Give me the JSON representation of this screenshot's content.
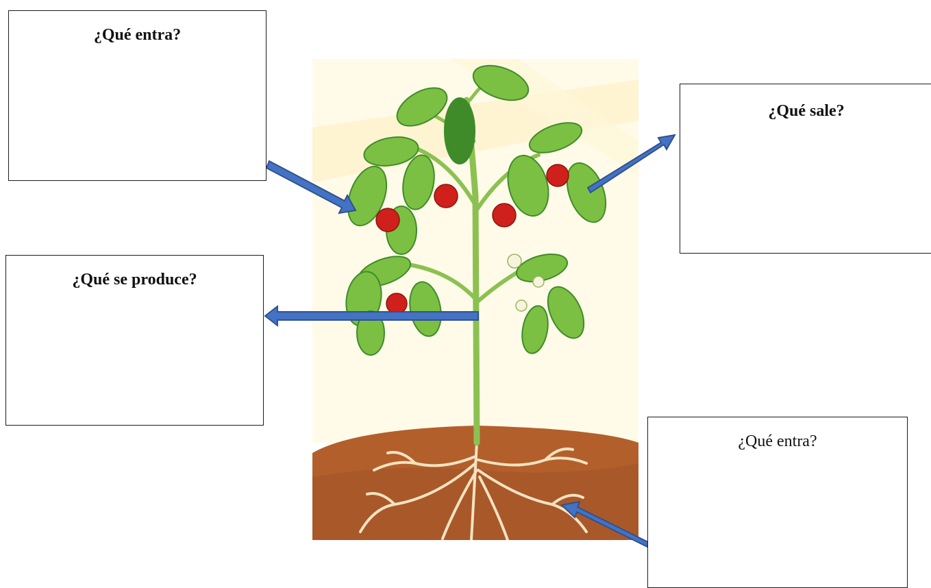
{
  "boxes": {
    "top_left": {
      "title": "¿Qué entra?"
    },
    "top_right": {
      "title": "¿Qué sale?"
    },
    "mid_left": {
      "title": "¿Qué se produce?"
    },
    "bottom_right": {
      "title": "¿Qué entra?"
    }
  },
  "colors": {
    "arrow_fill": "#4472c4",
    "arrow_stroke": "#2f528f",
    "soil": "#b35f2c",
    "leaf": "#7bc043",
    "stem": "#8cc152",
    "tomato": "#d0201b",
    "root": "#f4e3c0"
  }
}
